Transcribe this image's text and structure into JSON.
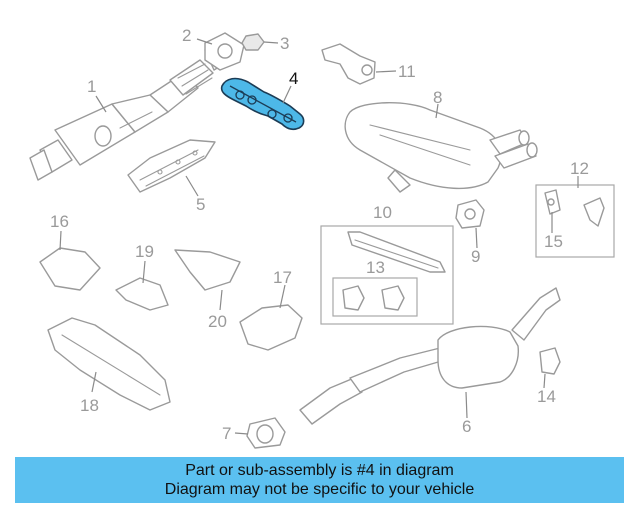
{
  "banner": {
    "line1": "Part or sub-assembly is #4 in diagram",
    "line2": "Diagram may not be specific to your vehicle",
    "background": "#5bc0f0"
  },
  "highlight": {
    "part_number": "4",
    "fill": "#4db8e8",
    "outline": "#1c3c55"
  },
  "callouts": {
    "c1": "1",
    "c2": "2",
    "c3": "3",
    "c4": "4",
    "c5": "5",
    "c6": "6",
    "c7": "7",
    "c8": "8",
    "c9": "9",
    "c10": "10",
    "c11": "11",
    "c12": "12",
    "c13": "13",
    "c14": "14",
    "c15": "15",
    "c16": "16",
    "c17": "17",
    "c18": "18",
    "c19": "19",
    "c20": "20"
  }
}
